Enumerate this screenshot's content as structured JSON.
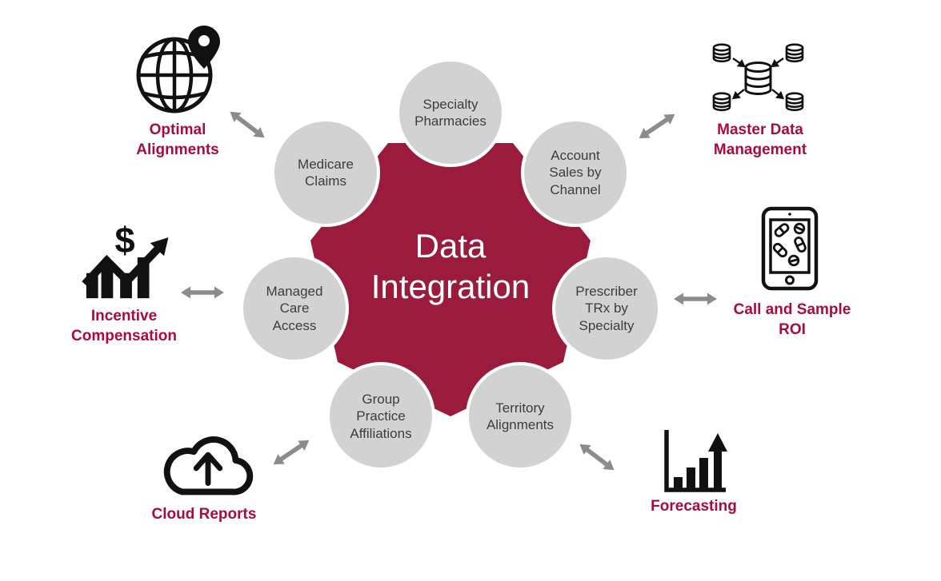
{
  "diagram": {
    "title": "Data Integration",
    "center": {
      "line1": "Data",
      "line2": "Integration"
    },
    "inner_nodes": [
      {
        "id": "specialty-pharmacies",
        "label": "Specialty\nPharmacies"
      },
      {
        "id": "account-sales-by-channel",
        "label": "Account\nSales by\nChannel"
      },
      {
        "id": "prescriber-trx-by-specialty",
        "label": "Prescriber\nTRx by\nSpecialty"
      },
      {
        "id": "territory-alignments",
        "label": "Territory\nAlignments"
      },
      {
        "id": "group-practice-affiliations",
        "label": "Group\nPractice\nAffiliations"
      },
      {
        "id": "managed-care-access",
        "label": "Managed\nCare\nAccess"
      },
      {
        "id": "medicare-claims",
        "label": "Medicare\nClaims"
      }
    ],
    "outer_nodes": [
      {
        "id": "optimal-alignments",
        "label": "Optimal\nAlignments",
        "icon": "globe-location-pin-icon"
      },
      {
        "id": "master-data-management",
        "label": "Master Data\nManagement",
        "icon": "database-network-icon"
      },
      {
        "id": "call-and-sample-roi",
        "label": "Call and Sample\nROI",
        "icon": "tablet-pills-icon"
      },
      {
        "id": "forecasting",
        "label": "Forecasting",
        "icon": "bar-chart-growth-arrow-icon"
      },
      {
        "id": "cloud-reports",
        "label": "Cloud Reports",
        "icon": "cloud-upload-icon"
      },
      {
        "id": "incentive-compensation",
        "label": "Incentive\nCompensation",
        "icon": "dollar-growth-chart-icon"
      }
    ],
    "colors": {
      "center_fill": "#9a1b3c",
      "center_text": "#ffffff",
      "outer_label_text": "#a90b3f",
      "node_fill": "#d2d2d2",
      "node_border": "#ffffff",
      "node_text": "#3d3d3d",
      "arrow": "#8c8c8c",
      "icon_ink": "#111111"
    }
  }
}
